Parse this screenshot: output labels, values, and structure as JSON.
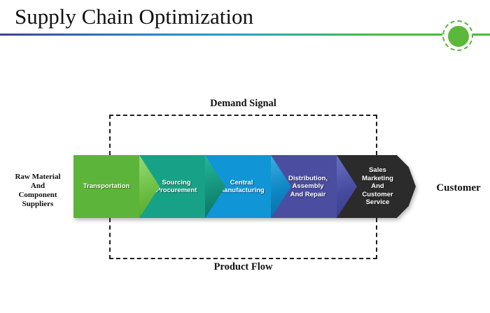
{
  "header": {
    "title": "Supply Chain Optimization",
    "accent_line_colors": [
      "#3E4191",
      "#2F7EC2",
      "#2D9FC0",
      "#4CB93E"
    ],
    "circle_color": "#5BB83B"
  },
  "diagram": {
    "demand_label": "Demand Signal",
    "product_label": "Product Flow",
    "left_label": "Raw Material\nAnd\nComponent\nSuppliers",
    "right_label": "Customer",
    "segments": [
      {
        "label": "Transportation",
        "color": "#5CB53A"
      },
      {
        "label": "Sourcing\nProcurement",
        "color": "#17A287"
      },
      {
        "label": "Central\nManufacturing",
        "color": "#1095D6"
      },
      {
        "label": "Distribution,\nAssembly\nAnd Repair",
        "color": "#4A4DA0"
      },
      {
        "label": "Sales\nMarketing\nAnd\nCustomer\nService",
        "color": "#2B2B2B"
      }
    ]
  }
}
